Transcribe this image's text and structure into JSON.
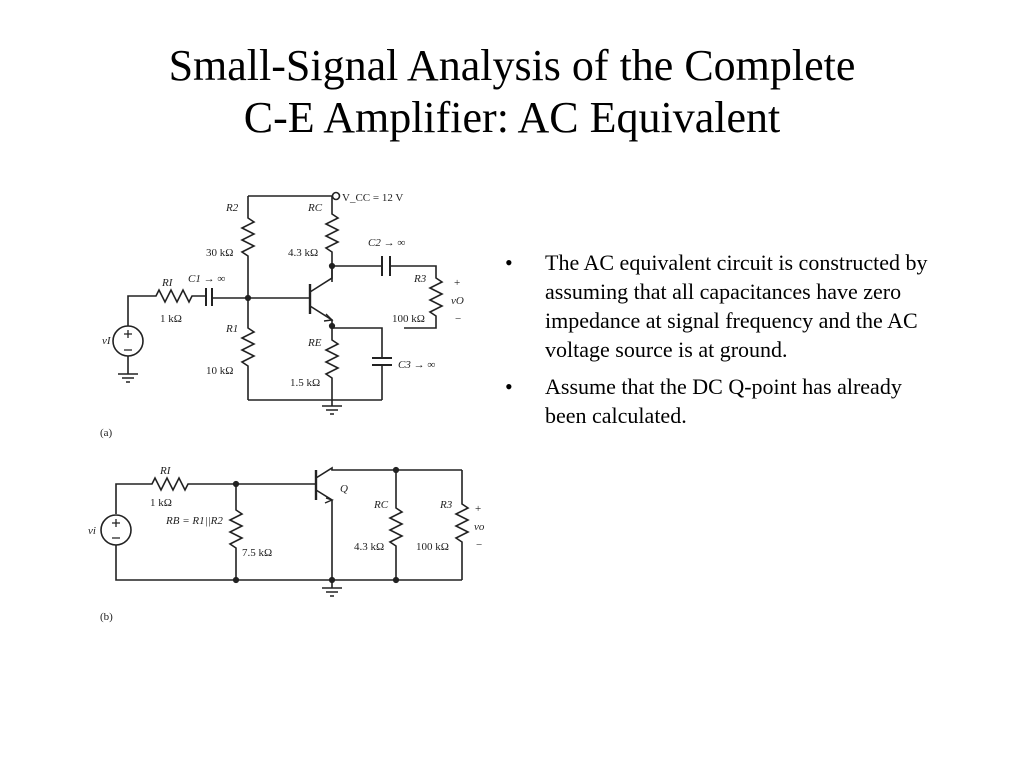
{
  "slide": {
    "title_line1": "Small-Signal Analysis of the Complete",
    "title_line2": "C-E Amplifier: AC Equivalent",
    "bullets": [
      "The AC equivalent circuit is constructed by assuming that all capacitances have zero impedance at signal frequency and the AC voltage source is at ground.",
      "Assume that the DC Q-point has already been calculated."
    ],
    "bullet_symbol": "•"
  },
  "circuit_a": {
    "vcc": "V_CC = 12 V",
    "r2_name": "R2",
    "r2_val": "30 kΩ",
    "rc_name": "RC",
    "rc_val": "4.3 kΩ",
    "c2": "C2 → ∞",
    "r3_name": "R3",
    "r3_val": "100 kΩ",
    "vo": "vO",
    "ri_name": "RI",
    "ri_val": "1 kΩ",
    "c1": "C1 → ∞",
    "r1_name": "R1",
    "r1_val": "10 kΩ",
    "re_name": "RE",
    "re_val": "1.5 kΩ",
    "c3": "C3 → ∞",
    "vi": "vI",
    "label": "(a)"
  },
  "circuit_b": {
    "ri_name": "RI",
    "ri_val": "1 kΩ",
    "q": "Q",
    "rb": "RB = R1||R2",
    "rb_val": "7.5 kΩ",
    "rc_name": "RC",
    "rc_val": "4.3 kΩ",
    "r3_name": "R3",
    "r3_val": "100 kΩ",
    "vo": "vo",
    "vi": "vi",
    "label": "(b)"
  }
}
